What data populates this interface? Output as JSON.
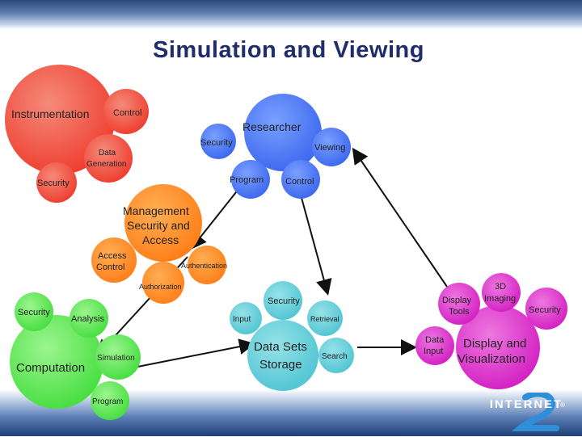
{
  "title": "Simulation and Viewing",
  "logo": {
    "text": "INTERNET",
    "mark": "2",
    "reg": "®"
  },
  "colors": {
    "instrumentation": "#ee3b2c",
    "instrumentation_light": "#f58a7a",
    "researcher": "#3a66ee",
    "researcher_light": "#7aa0ff",
    "management": "#ff7d16",
    "management_light": "#ffae55",
    "computation": "#44dd3e",
    "computation_light": "#9cf58e",
    "data_sets": "#4fc4d2",
    "data_sets_light": "#96e2e8",
    "display": "#d21dc2",
    "display_light": "#ee78e0",
    "arrow": "#111111"
  },
  "nodes": {
    "instrumentation": "Instrumentation",
    "instr_control": "Control",
    "instr_data_generation_1": "Data",
    "instr_data_generation_2": "Generation",
    "instr_security": "Security",
    "researcher": "Researcher",
    "res_security": "Security",
    "res_viewing": "Viewing",
    "res_program": "Program",
    "res_control": "Control",
    "management_1": "Management",
    "management_2": "Security and",
    "management_3": "Access",
    "mgmt_access_control_1": "Access",
    "mgmt_access_control_2": "Control",
    "mgmt_authentication": "Authentication",
    "mgmt_authorization": "Authorization",
    "computation": "Computation",
    "comp_security": "Security",
    "comp_analysis": "Analysis",
    "comp_simulation": "Simulation",
    "comp_program": "Program",
    "data_sets_1": "Data Sets",
    "data_sets_2": "Storage",
    "ds_security": "Security",
    "ds_input": "Input",
    "ds_retrieval": "Retrieval",
    "ds_search": "Search",
    "display_1": "Display and",
    "display_2": "Visualization",
    "disp_tools_1": "Display",
    "disp_tools_2": "Tools",
    "disp_3d_1": "3D",
    "disp_3d_2": "Imaging",
    "disp_security": "Security",
    "disp_data_input_1": "Data",
    "disp_data_input_2": "Input"
  }
}
